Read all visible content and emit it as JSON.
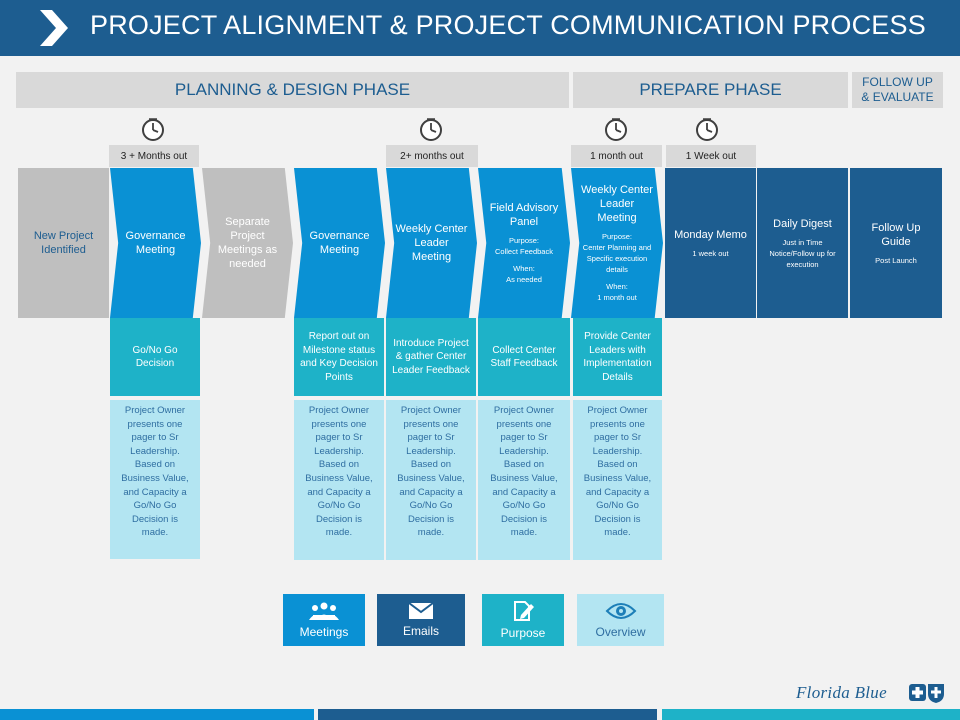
{
  "header": {
    "title": "PROJECT ALIGNMENT & PROJECT COMMUNICATION PROCESS"
  },
  "phases": {
    "planning": "PLANNING & DESIGN PHASE",
    "prepare": "PREPARE PHASE",
    "follow_1": "FOLLOW UP",
    "follow_2": "& EVALUATE"
  },
  "timings": [
    "3 + Months out",
    "2+ months out",
    "1 month out",
    "1 Week out"
  ],
  "steps": [
    {
      "title": "New Project Identified",
      "color": "#bfbfbf"
    },
    {
      "title": "Governance Meeting",
      "color": "#0a91d4"
    },
    {
      "title": "Separate Project Meetings as needed",
      "color": "#bfbfbf"
    },
    {
      "title": "Governance Meeting",
      "color": "#0a91d4"
    },
    {
      "title": "Weekly Center Leader Meeting",
      "color": "#0a91d4"
    },
    {
      "title": "Field Advisory Panel",
      "purpose_label": "Purpose:",
      "purpose": "Collect Feedback",
      "when_label": "When:",
      "when": "As needed",
      "color": "#0a91d4"
    },
    {
      "title": "Weekly Center Leader Meeting",
      "purpose_label": "Purpose:",
      "purpose": "Center Planning and Specific execution details",
      "when_label": "When:",
      "when": "1 month out",
      "color": "#0a91d4"
    },
    {
      "title": "Monday Memo",
      "note": "1 week out",
      "color": "#1d5d90"
    },
    {
      "title": "Daily Digest",
      "note": "Just in Time Notice/Follow up for execution",
      "color": "#1d5d90"
    },
    {
      "title": "Follow Up Guide",
      "note": "Post Launch",
      "color": "#1d5d90"
    }
  ],
  "subboxes": [
    "Go/No Go Decision",
    "Report out on Milestone status and Key Decision Points",
    "Introduce Project & gather Center Leader Feedback",
    "Collect Center Staff Feedback",
    "Provide Center Leaders with Implementation Details"
  ],
  "desc_text": [
    "Project Owner presents one pager to Sr Leadership. Based on Business Value, and Capacity a Go/No Go Decision is made.",
    "Project Owner presents one pager to Sr Leadership. Based on Business Value, and Capacity a Go/No Go Decision is made.",
    "Project Owner presents one pager to Sr Leadership. Based on Business Value, and Capacity a Go/No Go Decision is made.",
    "Project Owner presents one pager to Sr Leadership. Based on Business Value, and Capacity a Go/No Go Decision is made.",
    "Project Owner presents one pager to Sr Leadership. Based on Business Value, and Capacity a Go/No Go Decision is made."
  ],
  "legend": [
    {
      "label": "Meetings",
      "icon": "meetings-icon",
      "color": "#0a91d4"
    },
    {
      "label": "Emails",
      "icon": "envelope-icon",
      "color": "#1d5d90"
    },
    {
      "label": "Purpose",
      "icon": "edit-icon",
      "color": "#1eb2c8"
    },
    {
      "label": "Overview",
      "icon": "eye-icon",
      "color": "#b3e5f2"
    }
  ],
  "brand": {
    "name": "Florida Blue",
    "icon": "blue-cross-blue-shield-icon"
  },
  "colors": {
    "dark_blue": "#1d5d90",
    "blue": "#0a91d4",
    "teal": "#1eb2c8",
    "light_teal": "#b3e5f2",
    "gray": "#bfbfbf"
  }
}
